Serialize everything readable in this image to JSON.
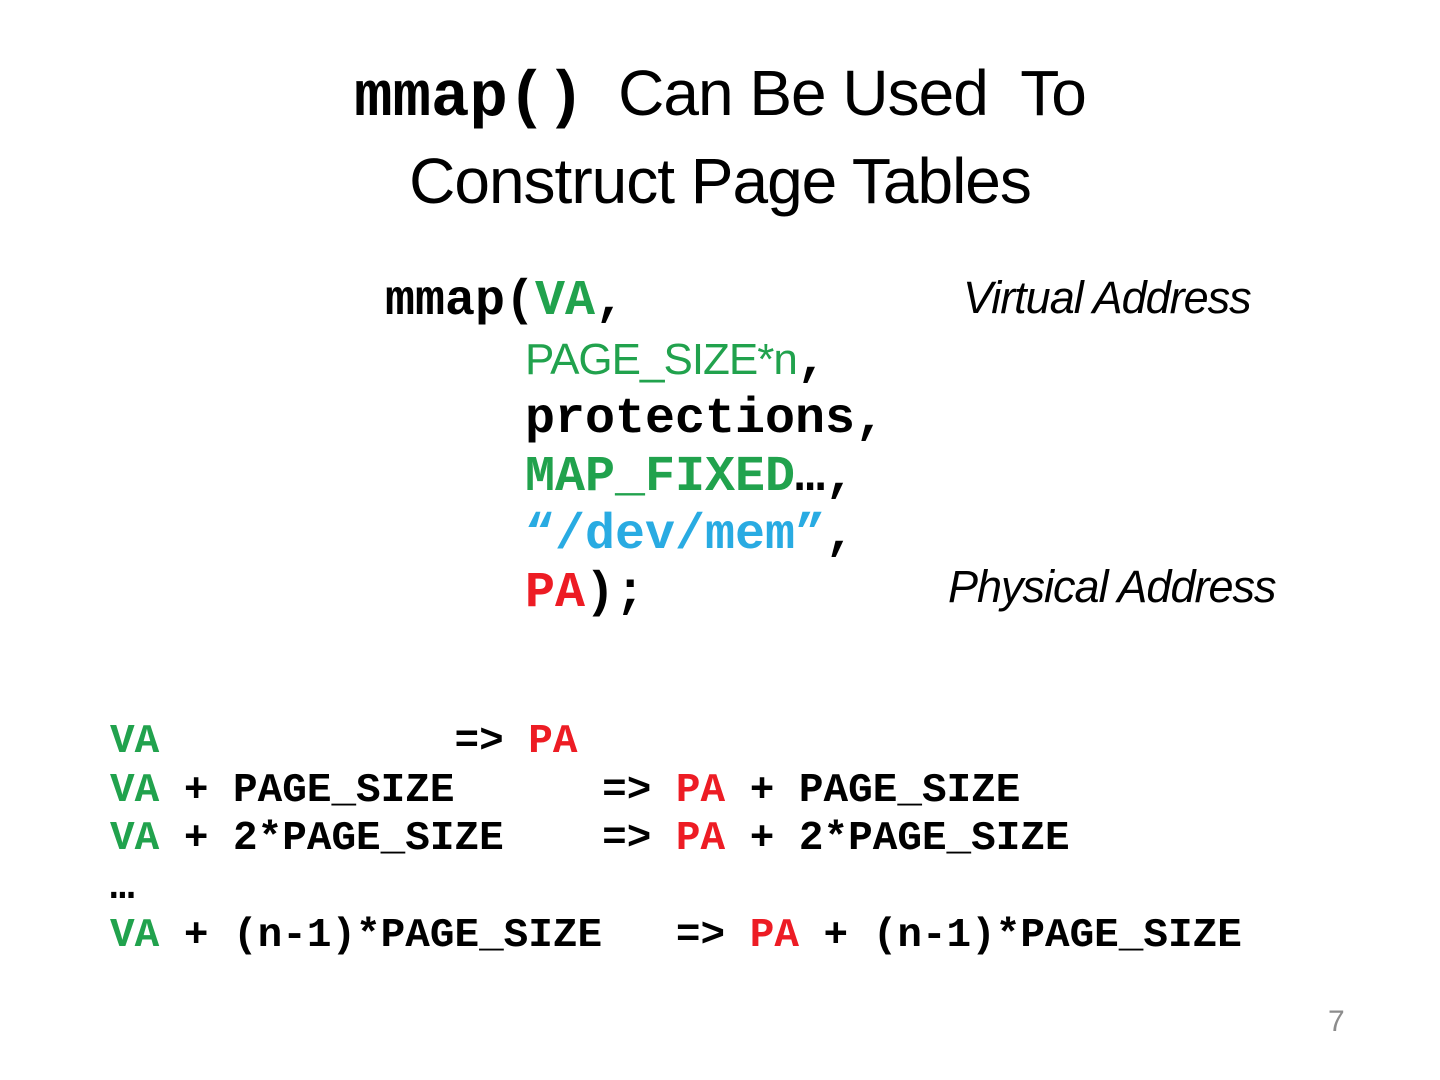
{
  "slide": {
    "background": "#ffffff",
    "page_number": "7"
  },
  "colors": {
    "black": "#000000",
    "green": "#21A24D",
    "red": "#ED1C24",
    "blue": "#29ABE2",
    "page_gray": "#8C8C8C"
  },
  "title": {
    "code": "mmap()",
    "rest": "  Can Be Used  To",
    "line2": "Construct Page Tables"
  },
  "annotations": {
    "virtual_label": "Virtual Address",
    "physical_label": "Physical Address"
  },
  "code_block": {
    "lines": [
      {
        "indent": false,
        "segments": [
          {
            "text": "mmap(",
            "color": "black"
          },
          {
            "text": "VA",
            "color": "green"
          },
          {
            "text": ",",
            "color": "black"
          }
        ]
      },
      {
        "indent": true,
        "segments": [
          {
            "text": "PAGE_SIZE*n",
            "color": "green",
            "font": "sans"
          },
          {
            "text": ",",
            "color": "black"
          }
        ]
      },
      {
        "indent": true,
        "segments": [
          {
            "text": "protections,",
            "color": "black"
          }
        ]
      },
      {
        "indent": true,
        "segments": [
          {
            "text": "MAP_FIXED",
            "color": "green"
          },
          {
            "text": "…,",
            "color": "black"
          }
        ]
      },
      {
        "indent": true,
        "segments": [
          {
            "text": "“/dev/mem”",
            "color": "blue"
          },
          {
            "text": ",",
            "color": "black"
          }
        ]
      },
      {
        "indent": true,
        "segments": [
          {
            "text": "PA",
            "color": "red"
          },
          {
            "text": ");",
            "color": "black"
          }
        ]
      }
    ]
  },
  "mapping_block": {
    "lines": [
      {
        "segments": [
          {
            "text": "VA",
            "color": "green"
          },
          {
            "text": "            => ",
            "color": "black"
          },
          {
            "text": "PA",
            "color": "red"
          }
        ]
      },
      {
        "segments": [
          {
            "text": "VA",
            "color": "green"
          },
          {
            "text": " + PAGE_SIZE      => ",
            "color": "black"
          },
          {
            "text": "PA",
            "color": "red"
          },
          {
            "text": " + PAGE_SIZE",
            "color": "black"
          }
        ]
      },
      {
        "segments": [
          {
            "text": "VA",
            "color": "green"
          },
          {
            "text": " + 2*PAGE_SIZE    => ",
            "color": "black"
          },
          {
            "text": "PA",
            "color": "red"
          },
          {
            "text": " + 2*PAGE_SIZE",
            "color": "black"
          }
        ]
      },
      {
        "segments": [
          {
            "text": "…",
            "color": "black"
          }
        ]
      },
      {
        "segments": [
          {
            "text": "VA",
            "color": "green"
          },
          {
            "text": " + (n-1)*PAGE_SIZE   => ",
            "color": "black"
          },
          {
            "text": "PA",
            "color": "red"
          },
          {
            "text": " + (n-1)*PAGE_SIZE",
            "color": "black"
          }
        ]
      }
    ]
  }
}
